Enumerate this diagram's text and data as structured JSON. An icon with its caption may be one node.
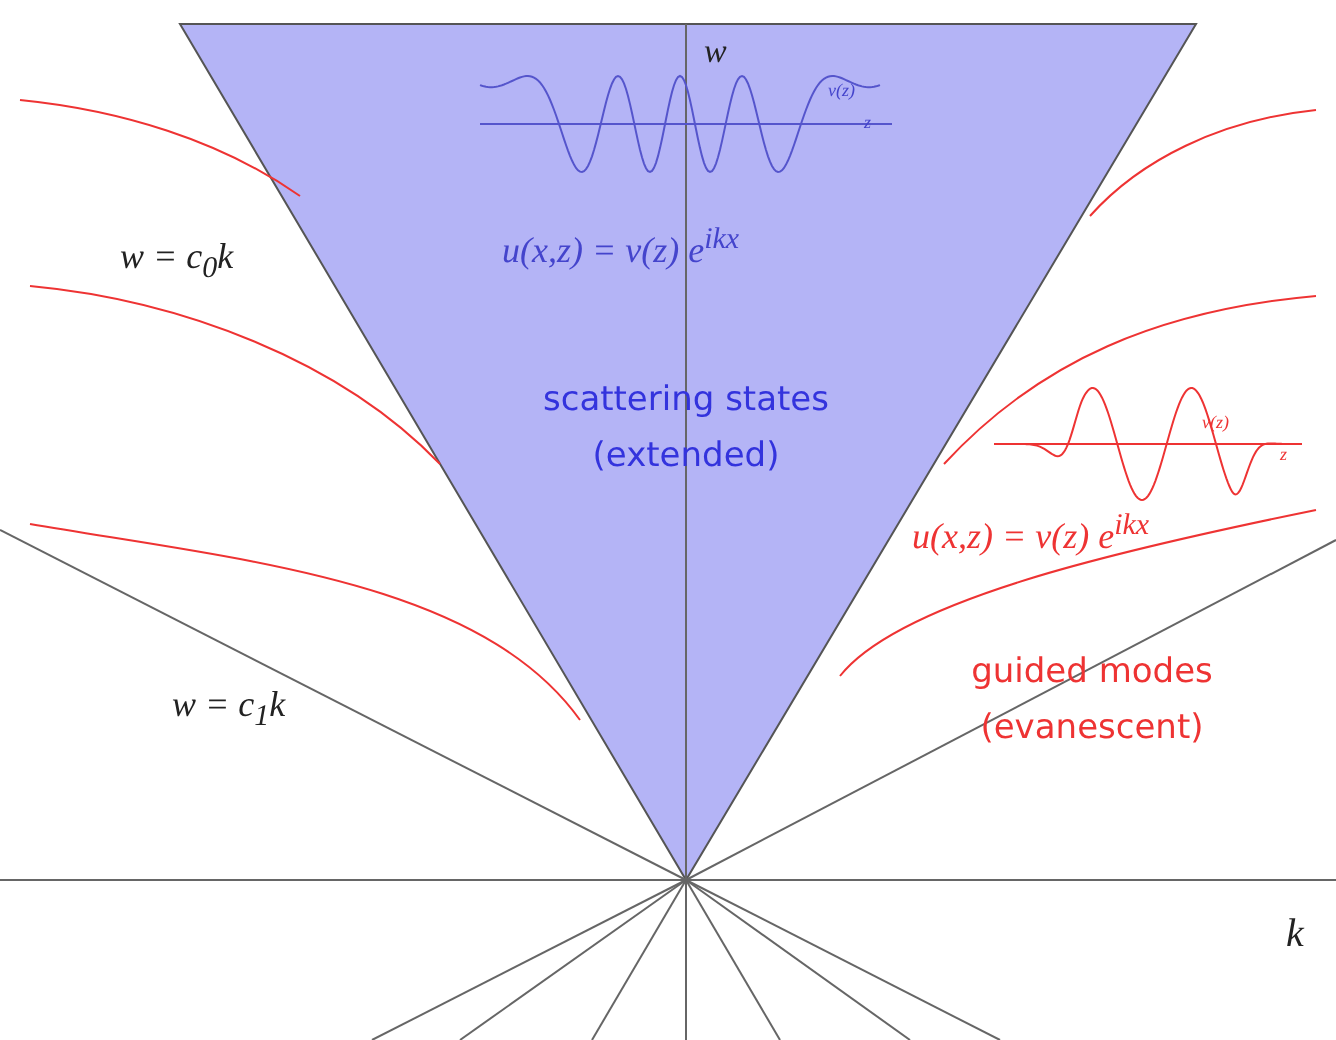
{
  "diagram": {
    "labels": [
      "w",
      "v(z)",
      "z",
      "u(x,z) = v(z) e$^{ikx}$",
      "w = c$_{0}$k",
      "scattering states (extended)",
      "v(z)",
      "z",
      "u(x,z) = v(z) e$^{ikx}$",
      "guided modes (evanescent)",
      "w = c$_{1}$k",
      "k"
    ]
  }
}
